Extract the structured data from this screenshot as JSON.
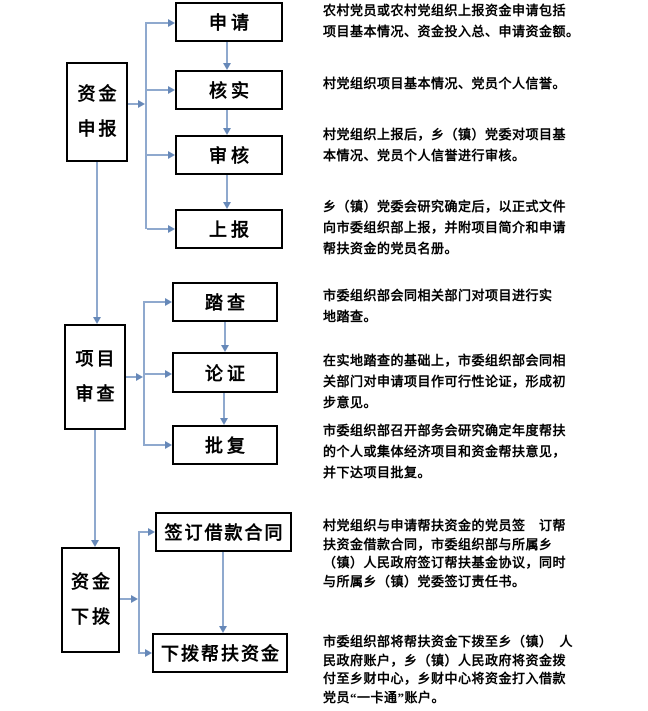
{
  "diagram": {
    "type": "flowchart",
    "colors": {
      "line": "#8FA9CE",
      "arrowhead": "#6688B8",
      "box_border": "#000000",
      "text": "#000000"
    },
    "stages": [
      {
        "label": "资金\n申报",
        "steps": [
          {
            "label": "申请",
            "description": "农村党员或农村党组织上报资金申请包括\n项目基本情况、资金投入总、申请资金额。"
          },
          {
            "label": "核实",
            "description": "村党组织项目基本情况、党员个人信誉。"
          },
          {
            "label": "审核",
            "description": "村党组织上报后，乡（镇）党委对项目基\n本情况、党员个人信誉进行审核。"
          },
          {
            "label": "上报",
            "description": "乡（镇）党委会研究确定后，以正式文件\n向市委组织部上报，并附项目简介和申请\n帮扶资金的党员名册。"
          }
        ]
      },
      {
        "label": "项目\n审查",
        "steps": [
          {
            "label": "踏查",
            "description": "市委组织部会同相关部门对项目进行实\n地踏查。"
          },
          {
            "label": "论证",
            "description": "在实地踏查的基础上，市委组织部会同相\n关部门对申请项目作可行性论证，形成初\n步意见。"
          },
          {
            "label": "批复",
            "description": "市委组织部召开部务会研究确定年度帮扶\n的个人或集体经济项目和资金帮扶意见，\n并下达项目批复。"
          }
        ]
      },
      {
        "label": "资金\n下拨",
        "steps": [
          {
            "label": "签订借款合同",
            "description": "村党组织与申请帮扶资金的党员签　订帮\n扶资金借款合同，市委组织部与所属乡\n（镇）人民政府签订帮扶基金协议，同时\n与所属乡（镇）党委签订责任书。"
          },
          {
            "label": "下拨帮扶资金",
            "description": "市委组织部将帮扶资金下拨至乡（镇）　人\n民政府账户，乡（镇）人民政府将资金拨\n付至乡财中心，乡财中心将资金打入借款\n党员“一卡通”账户。"
          }
        ]
      }
    ]
  }
}
